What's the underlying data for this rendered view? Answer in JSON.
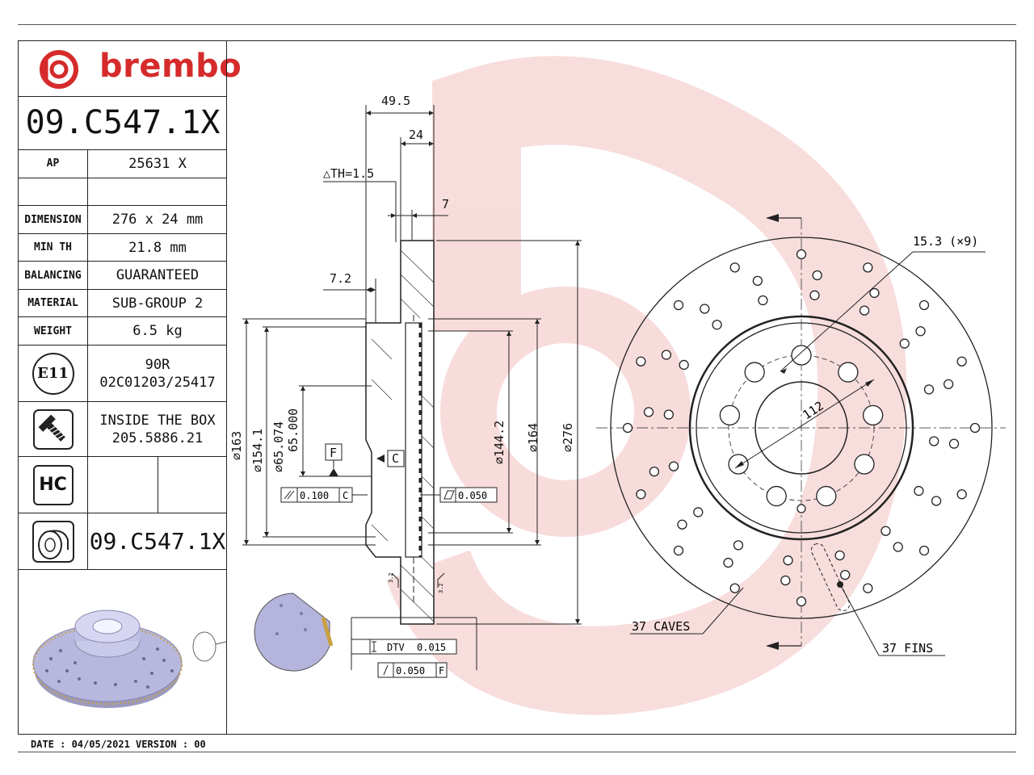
{
  "brand": {
    "name": "brembo",
    "color": "#d52b2b"
  },
  "part_number": "09.C547.1X",
  "table": {
    "ap_label": "AP",
    "ap_value": "25631 X",
    "rows": [
      {
        "label": "DIMENSION",
        "value": "276 x 24 mm"
      },
      {
        "label": "MIN TH",
        "value": "21.8 mm"
      },
      {
        "label": "BALANCING",
        "value": "GUARANTEED"
      },
      {
        "label": "MATERIAL",
        "value": "SUB-GROUP 2"
      },
      {
        "label": "WEIGHT",
        "value": "6.5 kg"
      }
    ],
    "e11_label": "E11",
    "e11_value_1": "90R",
    "e11_value_2": "02C01203/25417",
    "screw_icon": "screw-icon",
    "screw_value_1": "INSIDE THE BOX",
    "screw_value_2": "205.5886.21",
    "hc_label": "HC",
    "disc_icon": "disc-icon",
    "bottom_part_number": "09.C547.1X"
  },
  "section_dims": {
    "d_49_5": "49.5",
    "d_24": "24",
    "th": "△TH=1.5",
    "d_7": "7",
    "d_7_2": "7.2",
    "d_163": "⌀163",
    "d_154_1": "⌀154.1",
    "d_65_074": "⌀65.074",
    "d_65_000": "65.000",
    "d_144_2": "⌀144.2",
    "d_164": "⌀164",
    "d_276": "⌀276",
    "datum_f": "F",
    "datum_c": "C",
    "tol_parallel": "0.100",
    "tol_parallel_ref": "C",
    "tol_flat": "0.050",
    "tol_dtv_label": "DTV",
    "tol_dtv": "0.015",
    "tol_runout": "0.050",
    "tol_runout_ref": "F",
    "roughness_1": "3.2",
    "roughness_2": "3.2"
  },
  "front_view": {
    "holes": "15.3 (×9)",
    "pcd": "112",
    "caves": "37 CAVES",
    "fins": "37 FINS"
  },
  "footer": "DATE : 04/05/2021 VERSION : 00"
}
